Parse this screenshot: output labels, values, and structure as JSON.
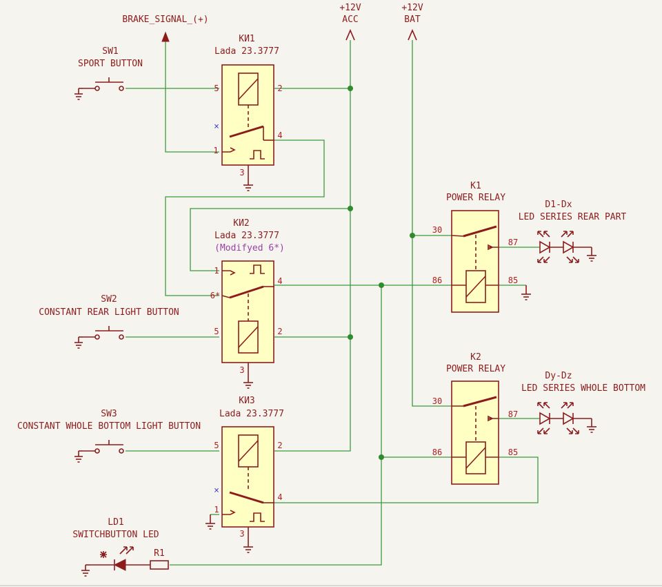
{
  "power": {
    "acc": {
      "voltage": "+12V",
      "name": "ACC"
    },
    "bat": {
      "voltage": "+12V",
      "name": "BAT"
    },
    "brake": "BRAKE_SIGNAL_(+)"
  },
  "relays": {
    "ki1": {
      "ref": "КИ1",
      "value": "Lada 23.3777",
      "pins": {
        "p5": "5",
        "p2": "2",
        "p4": "4",
        "p1": "1",
        "p3": "3"
      }
    },
    "ki2": {
      "ref": "КИ2",
      "value": "Lada 23.3777",
      "note": "(Modifyed 6*)",
      "pins": {
        "p1": "1",
        "p6": "6*",
        "p4": "4",
        "p5": "5",
        "p2": "2",
        "p3": "3"
      }
    },
    "ki3": {
      "ref": "КИ3",
      "value": "Lada 23.3777",
      "pins": {
        "p5": "5",
        "p2": "2",
        "p4": "4",
        "p1": "1",
        "p3": "3"
      }
    },
    "k1": {
      "ref": "K1",
      "value": "POWER RELAY",
      "pins": {
        "p30": "30",
        "p87": "87",
        "p86": "86",
        "p85": "85"
      }
    },
    "k2": {
      "ref": "K2",
      "value": "POWER RELAY",
      "pins": {
        "p30": "30",
        "p87": "87",
        "p86": "86",
        "p85": "85"
      }
    }
  },
  "switches": {
    "sw1": {
      "ref": "SW1",
      "value": "SPORT BUTTON"
    },
    "sw2": {
      "ref": "SW2",
      "value": "CONSTANT REAR LIGHT BUTTON"
    },
    "sw3": {
      "ref": "SW3",
      "value": "CONSTANT WHOLE BOTTOM LIGHT BUTTON"
    }
  },
  "leds": {
    "d1": {
      "ref": "D1-Dx",
      "value": "LED SERIES REAR PART"
    },
    "dy": {
      "ref": "Dy-Dz",
      "value": "LED SERIES WHOLE BOTTOM"
    },
    "ld1": {
      "ref": "LD1",
      "value": "SWITCHBUTTON LED"
    }
  },
  "resistor": {
    "ref": "R1"
  },
  "colors": {
    "symbol": "#8c1c1c",
    "wire": "#3c9a3c",
    "body": "#ffffc4",
    "background": "#f5f4ef"
  }
}
